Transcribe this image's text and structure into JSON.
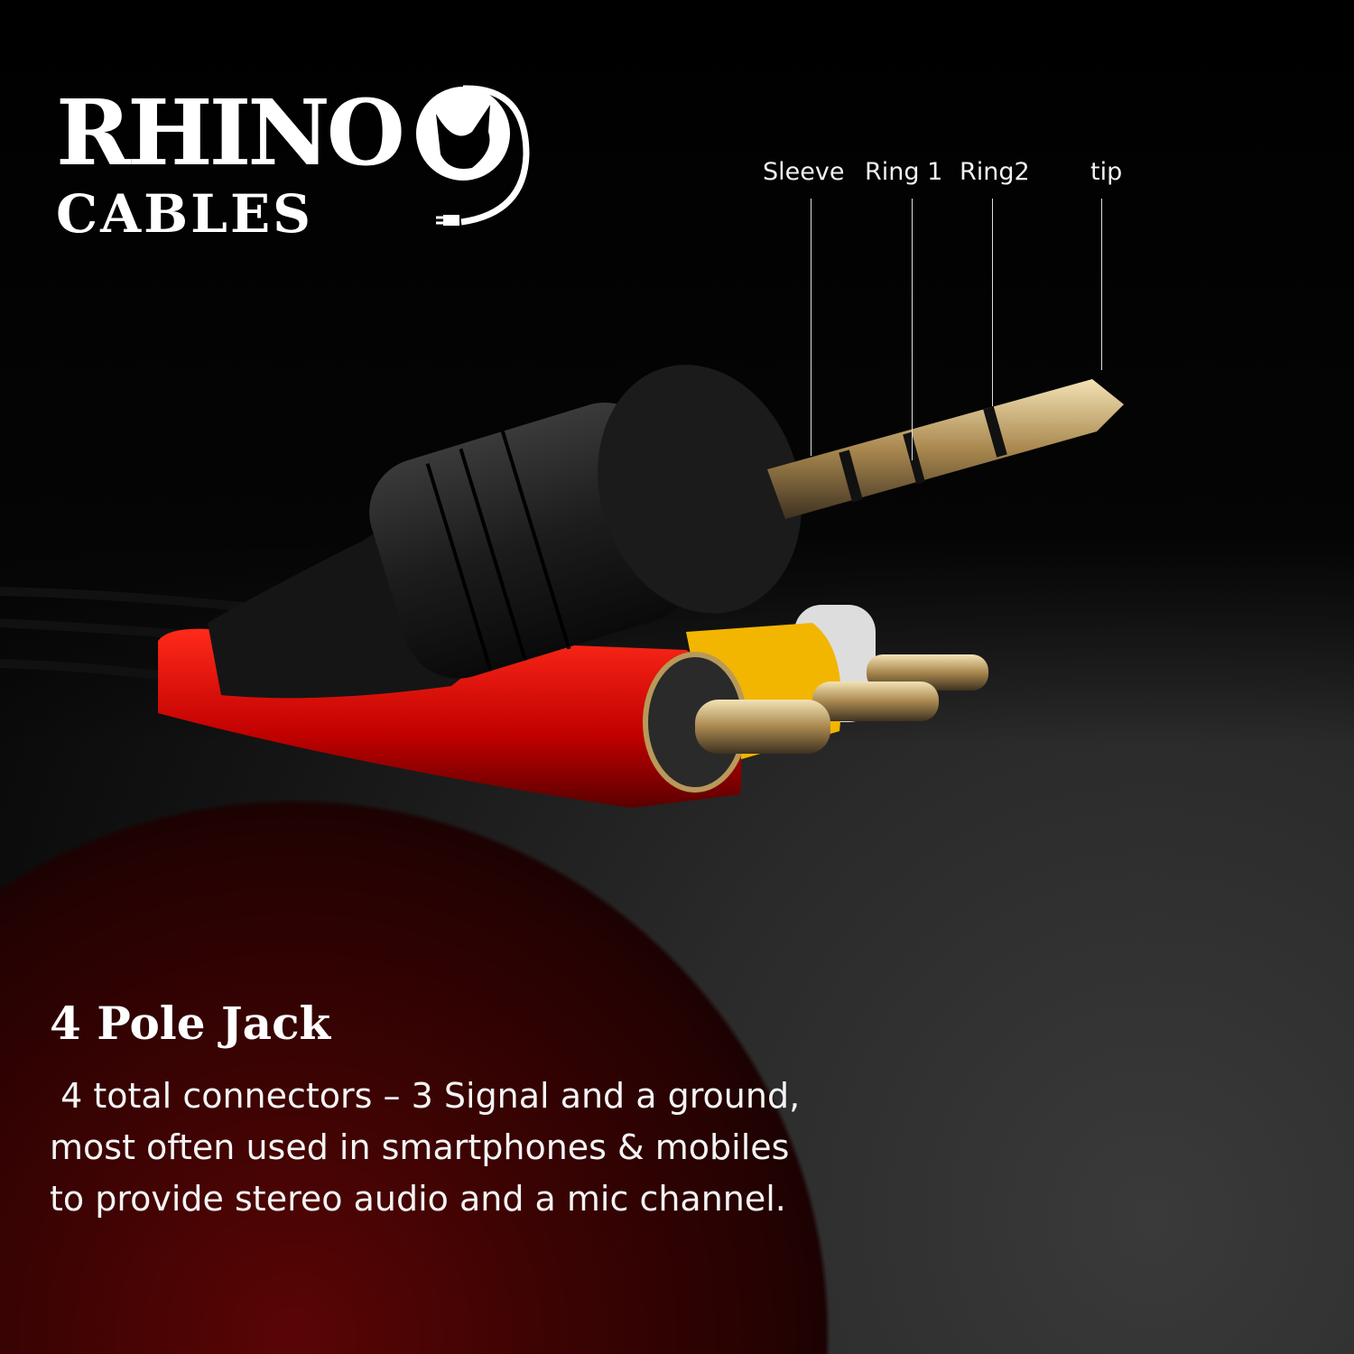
{
  "brand": {
    "line1": "RHINO",
    "line2": "CABLES"
  },
  "labels": {
    "sleeve": "Sleeve",
    "ring1": "Ring 1",
    "ring2": "Ring2",
    "tip": "tip"
  },
  "feature": {
    "title": "4 Pole Jack",
    "description": " 4 total connectors – 3 Signal and a ground, most often used in smartphones & mobiles to provide stereo audio and a mic channel."
  },
  "colors": {
    "accent_red": "#c40000",
    "rca_yellow": "#f5b800",
    "gold": "#c8a566"
  },
  "icons": [
    "rhino-head-icon",
    "plug-cable-icon"
  ]
}
